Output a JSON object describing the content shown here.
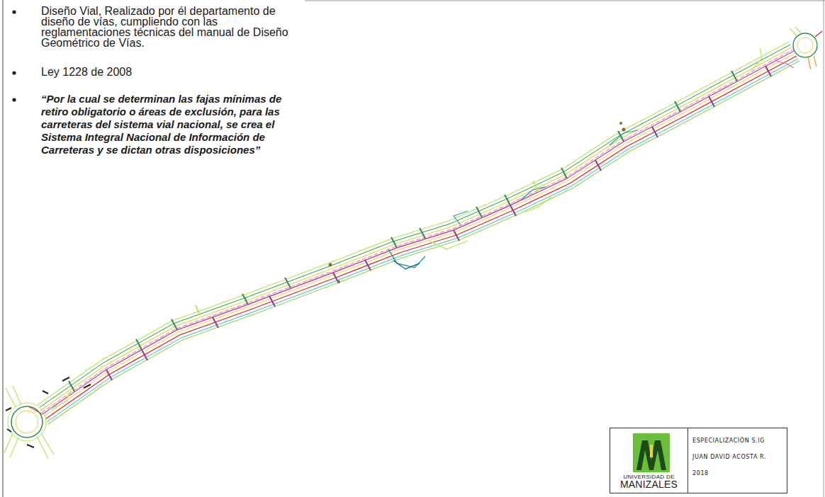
{
  "diagram": {
    "nodes": [
      {
        "text": [
          "UNIVERSIDAD DE",
          "MANIZALES"
        ]
      },
      {
        "text": [
          "ESPECIALIZACIÓN S.IG",
          "JUAN DAVID ACOSTA R.",
          "2018"
        ]
      }
    ],
    "labels": [
      "Diseño Vial, Realizado por él departamento de diseño de vías, cumpliendo con las reglamentaciones técnicas del manual de Diseño Geométrico de Vías.",
      "Ley 1228 de 2008",
      "“Por la cual se determinan las fajas mínimas de retiro obligatorio o áreas de exclusión, para las carreteras del sistema vial nacional, se crea el Sistema Integral Nacional de Información de Carreteras y se dictan otras disposiciones”"
    ]
  }
}
